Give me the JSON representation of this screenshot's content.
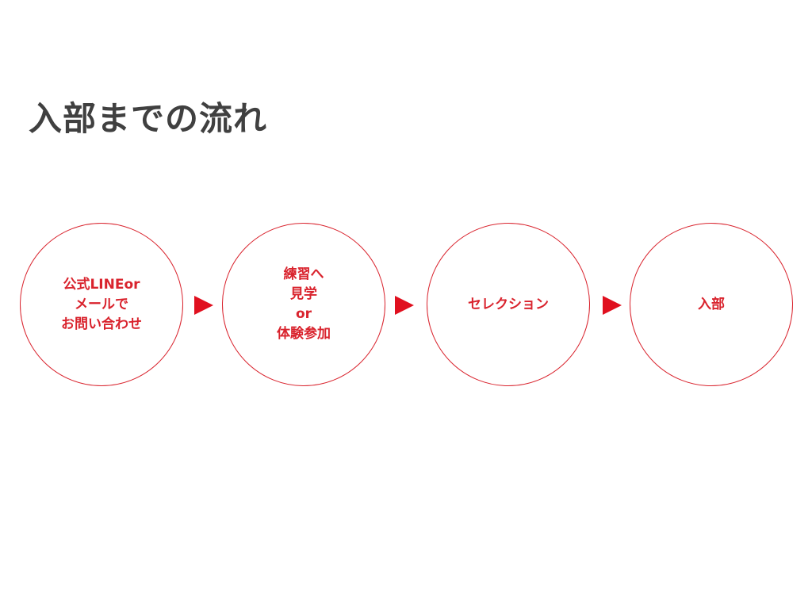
{
  "title": "入部までの流れ",
  "steps": [
    {
      "lines": [
        "公式LINEor",
        "メールで",
        "お問い合わせ"
      ]
    },
    {
      "lines": [
        "練習へ",
        "見学",
        "or",
        "体験参加"
      ]
    },
    {
      "lines": [
        "セレクション"
      ]
    },
    {
      "lines": [
        "入部"
      ]
    }
  ],
  "colors": {
    "accent": "#d9232d",
    "arrow": "#e0101f",
    "title": "#404040"
  }
}
